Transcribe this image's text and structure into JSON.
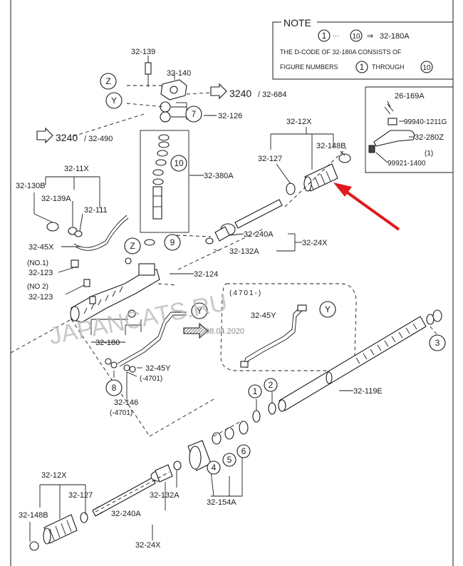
{
  "note": {
    "title": "NOTE",
    "range_start": "1",
    "range_dots": "···",
    "range_end": "10",
    "arrow_glyph": "⇒",
    "range_code": "32-180A",
    "line1": "THE D-CODE OF 32-180A CONSISTS OF",
    "line2_pre": "FIGURE NUMBERS",
    "line2_n1": "1",
    "line2_mid": "THROUGH",
    "line2_n2": "10"
  },
  "refs": {
    "ref1_main": "3240",
    "ref1_sub": "/ 32-684",
    "ref2_main": "3240",
    "ref2_sub": "/ 32-490"
  },
  "watermark": "JAPANCATS.RU",
  "date_stamp": "08.04.2020",
  "labels": {
    "l32_139": "32-139",
    "l32_140": "32-140",
    "l32_126": "32-126",
    "l32_380a": "32-380A",
    "l32_11x": "32-11X",
    "l32_130b": "32-130B",
    "l32_139a": "32-139A",
    "l32_111": "32-111",
    "l32_45x": "32-45X",
    "l_no1": "(NO.1)",
    "l32_123_a": "32-123",
    "l_no2": "(NO 2)",
    "l32_123_b": "32-123",
    "l32_124": "32-124",
    "l32_180": "32-180",
    "l32_45y_a": "32-45Y",
    "l4701_a": "(-4701)",
    "l32_146": "32-146",
    "l4701_b": "(-4701)",
    "l32_12x_top": "32-12X",
    "l32_127_top": "32-127",
    "l32_148b_top": "32-148B",
    "l32_240a_top": "32-240A",
    "l32_24x_top": "32-24X",
    "l32_132a_top": "32-132A",
    "l26_169a": "26-169A",
    "l99940": "99940-1211G",
    "l32_280z": "32-280Z",
    "l1_sup": "(1)",
    "l99921": "99921-1400",
    "l4701_box": "(4701-)",
    "l32_45y_b": "32-45Y",
    "l32_119e": "32-119E",
    "l32_12x_bot": "32-12X",
    "l32_127_bot": "32-127",
    "l32_148b_bot": "32-148B",
    "l32_240a_bot": "32-240A",
    "l32_24x_bot": "32-24X",
    "l32_132a_bot": "32-132A",
    "l32_154a": "32-154A"
  },
  "callouts": {
    "z1": "Z",
    "y1": "Y",
    "c7": "7",
    "c10": "10",
    "z2": "Z",
    "c9": "9",
    "y2": "Y",
    "c8": "8",
    "y3": "Y",
    "c3": "3",
    "c1": "1",
    "c2": "2",
    "c4": "4",
    "c5": "5",
    "c6": "6"
  },
  "colors": {
    "ink": "#1a1a1a",
    "arrow": "#e0191e",
    "watermark": "#b8b8b8",
    "background": "#ffffff"
  }
}
